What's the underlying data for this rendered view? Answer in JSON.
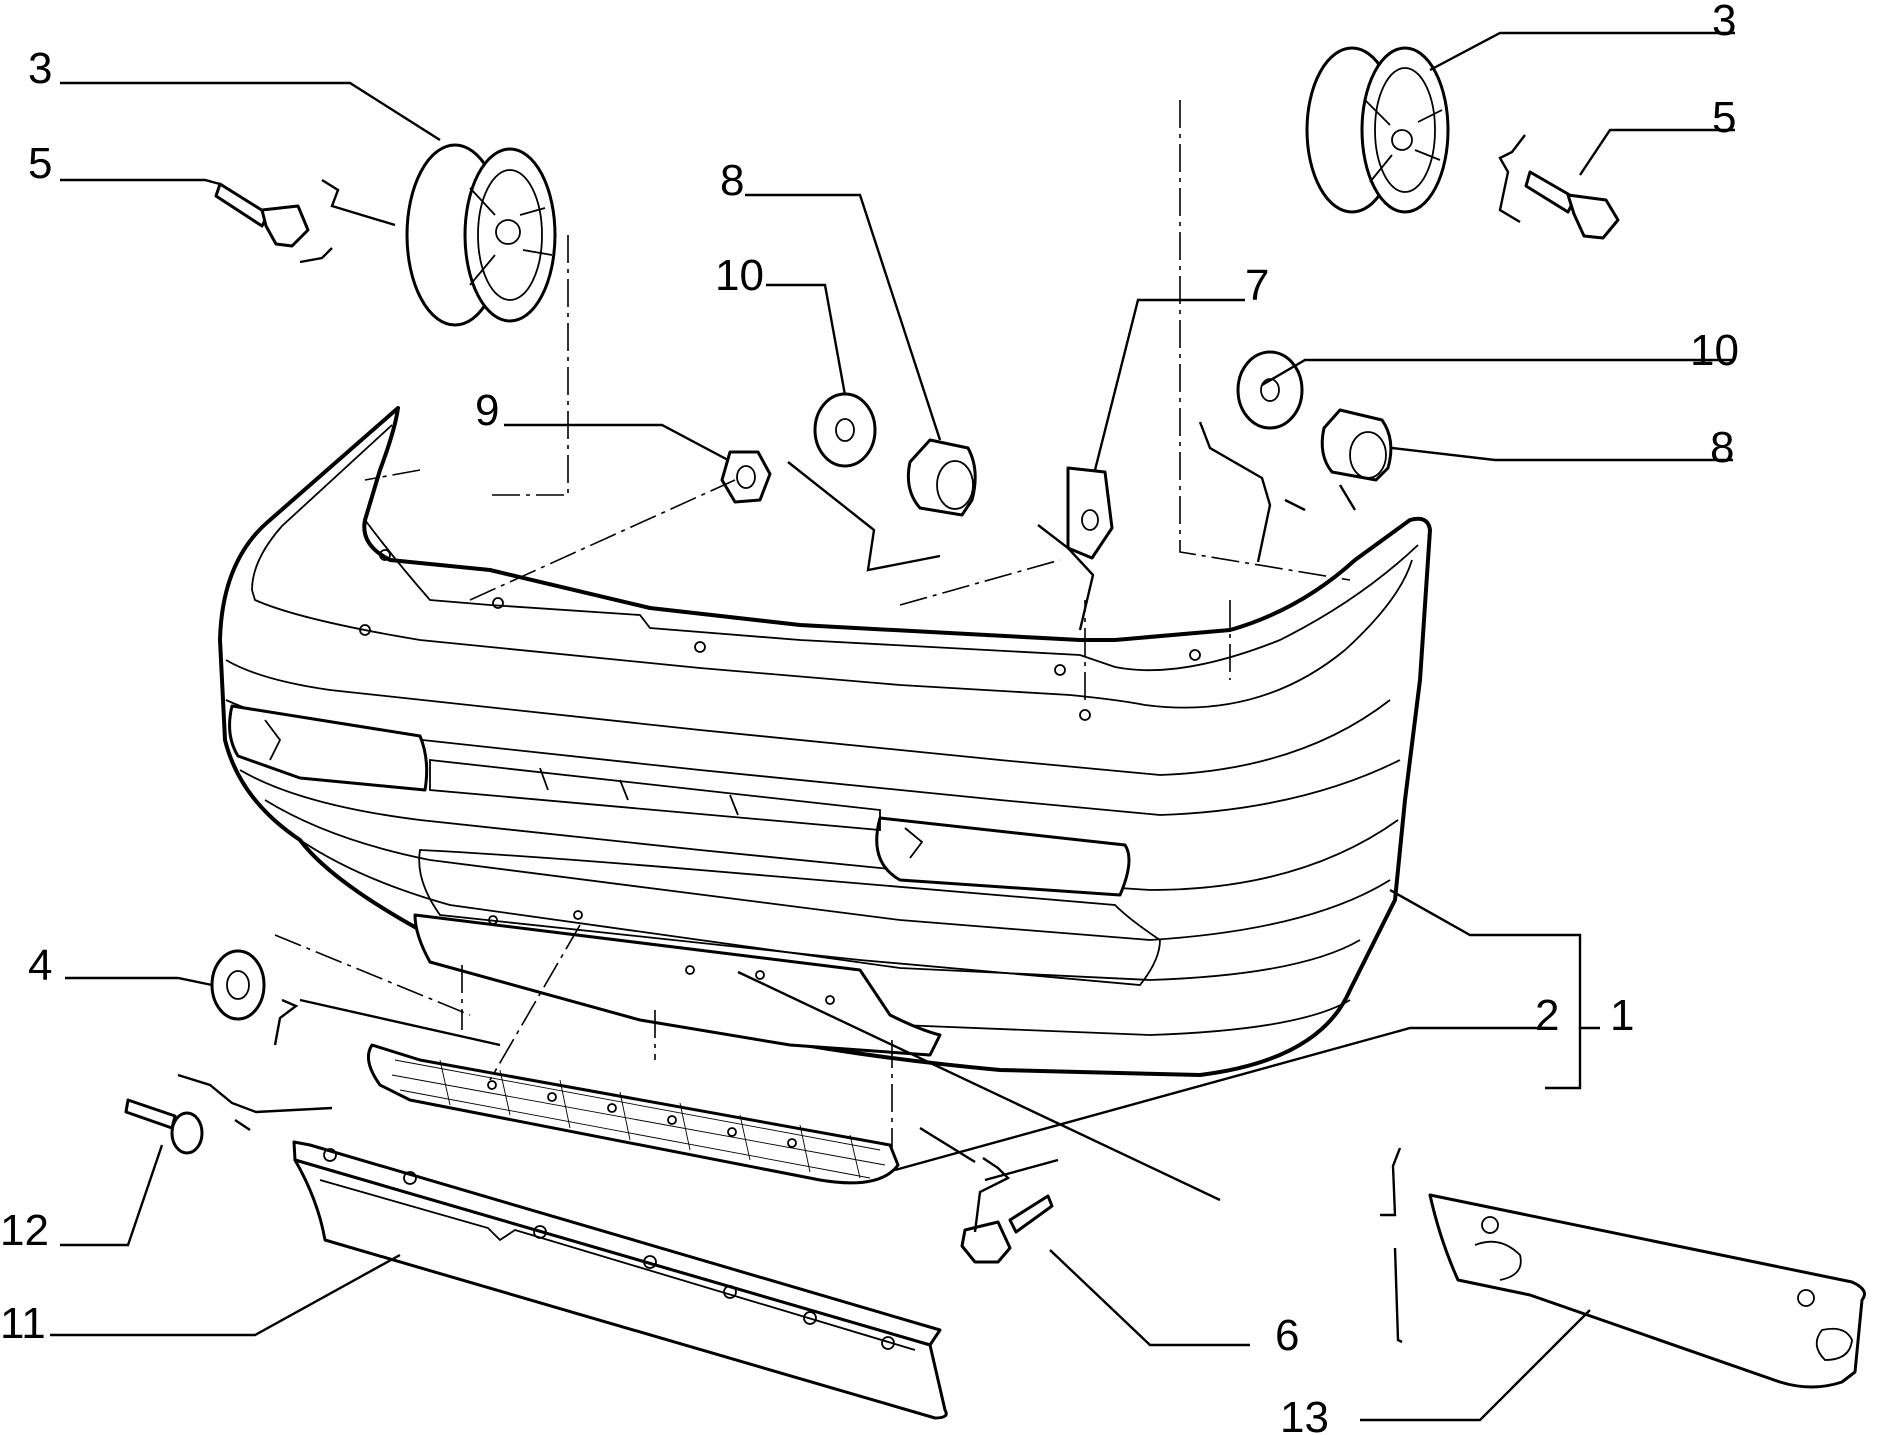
{
  "callouts": [
    {
      "id": "l3a",
      "text": "3"
    },
    {
      "id": "l5a",
      "text": "5"
    },
    {
      "id": "l3b",
      "text": "3"
    },
    {
      "id": "l5b",
      "text": "5"
    },
    {
      "id": "l8a",
      "text": "8"
    },
    {
      "id": "l10a",
      "text": "10"
    },
    {
      "id": "l7",
      "text": "7"
    },
    {
      "id": "l10b",
      "text": "10"
    },
    {
      "id": "l8b",
      "text": "8"
    },
    {
      "id": "l9",
      "text": "9"
    },
    {
      "id": "l4",
      "text": "4"
    },
    {
      "id": "l2",
      "text": "2"
    },
    {
      "id": "l1",
      "text": "1"
    },
    {
      "id": "l12",
      "text": "12"
    },
    {
      "id": "l11",
      "text": "11"
    },
    {
      "id": "l6",
      "text": "6"
    },
    {
      "id": "l13",
      "text": "13"
    }
  ]
}
